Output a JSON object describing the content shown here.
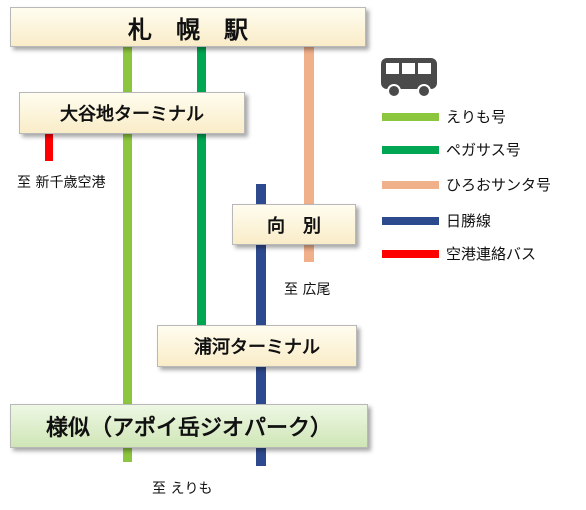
{
  "stations": {
    "sapporo": "札　幌　駅",
    "otani": "大谷地ターミナル",
    "mukai": "向　別",
    "urakawa": "浦河ターミナル",
    "samani": "様似（アポイ岳ジオパーク）"
  },
  "destinations": {
    "shinchitose": "至 新千歳空港",
    "hiroo": "至 広尾",
    "erimo": "至 えりも"
  },
  "legend": {
    "icon": "bus-icon",
    "items": [
      {
        "label": "えりも号",
        "color": "#8cc63f"
      },
      {
        "label": "ペガサス号",
        "color": "#00a651"
      },
      {
        "label": "ひろおサンタ号",
        "color": "#f0b08a"
      },
      {
        "label": "日勝線",
        "color": "#2e4a8e"
      },
      {
        "label": "空港連絡バス",
        "color": "#ff0000"
      }
    ]
  },
  "colors": {
    "erimo": "#8cc63f",
    "pegasus": "#00a651",
    "hiroo_santa": "#f0b08a",
    "nissho": "#2e4a8e",
    "airport": "#ff0000"
  }
}
